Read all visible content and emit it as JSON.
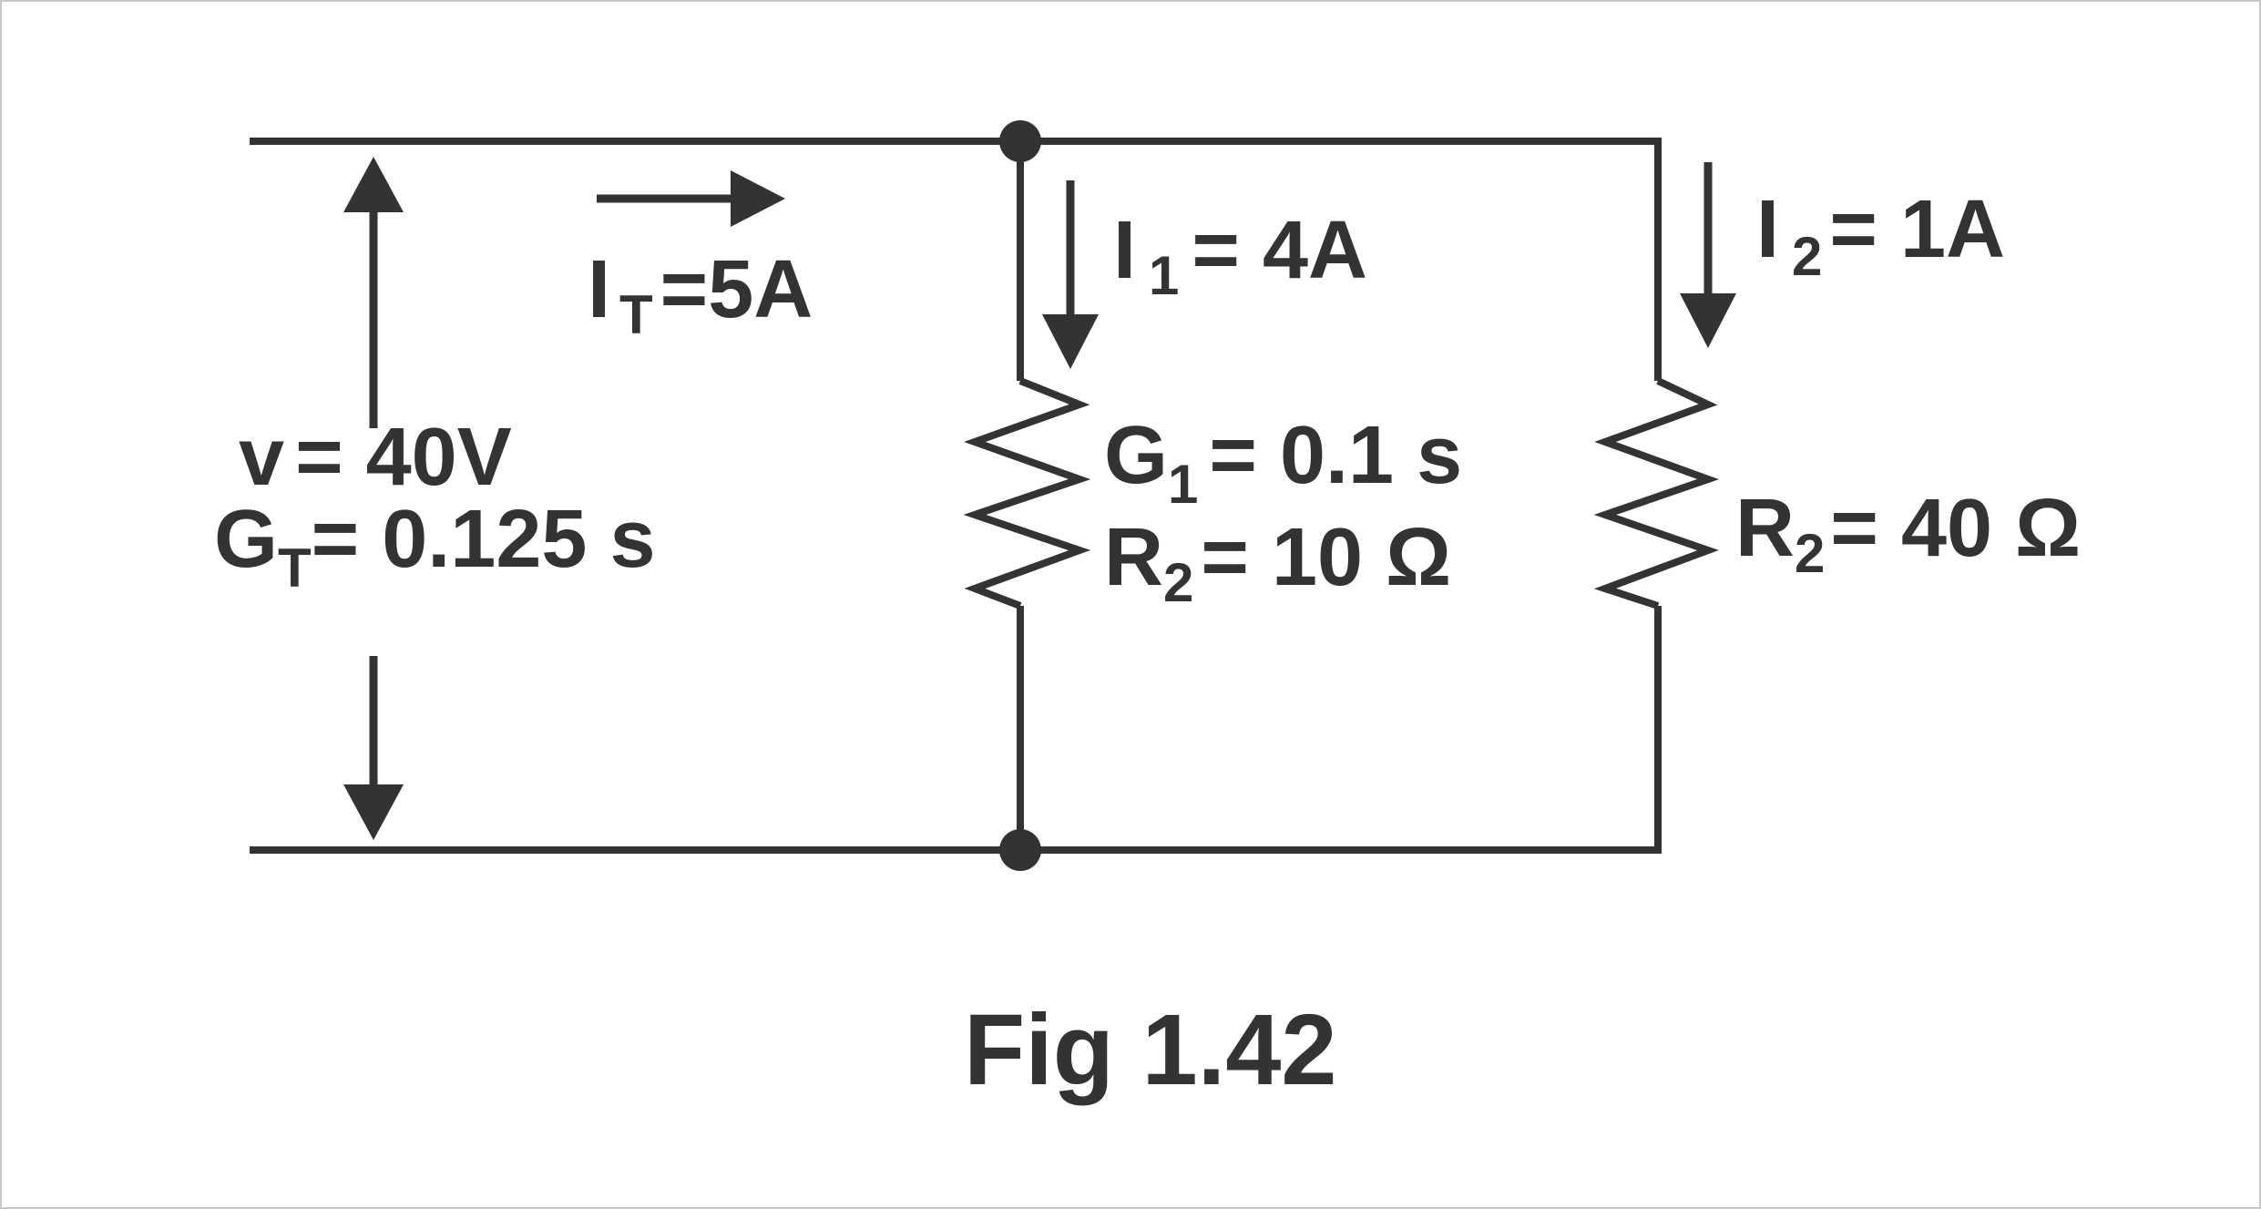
{
  "colors": {
    "ink": "#333333",
    "background": "#ffffff",
    "frame": "#c8c8c8"
  },
  "source": {
    "voltage": {
      "prefix": "v",
      "value": "= 40V"
    },
    "conductance": {
      "symbol": "G",
      "subscript": "T",
      "value": "= 0.125  s"
    }
  },
  "total_current": {
    "symbol": "I",
    "subscript": "T",
    "value": "=5A"
  },
  "branch1": {
    "current": {
      "symbol": "I",
      "subscript": "1",
      "value": "= 4A"
    },
    "conductance": {
      "symbol": "G",
      "subscript": "1",
      "value": "= 0.1  s"
    },
    "resistance": {
      "symbol": "R",
      "subscript": "2",
      "value": "= 10  Ω"
    }
  },
  "branch2": {
    "current": {
      "symbol": "I",
      "subscript": "2",
      "value": "= 1A"
    },
    "resistance": {
      "symbol": "R",
      "subscript": "2",
      "value": "= 40 Ω"
    }
  },
  "caption": "Fig 1.42"
}
